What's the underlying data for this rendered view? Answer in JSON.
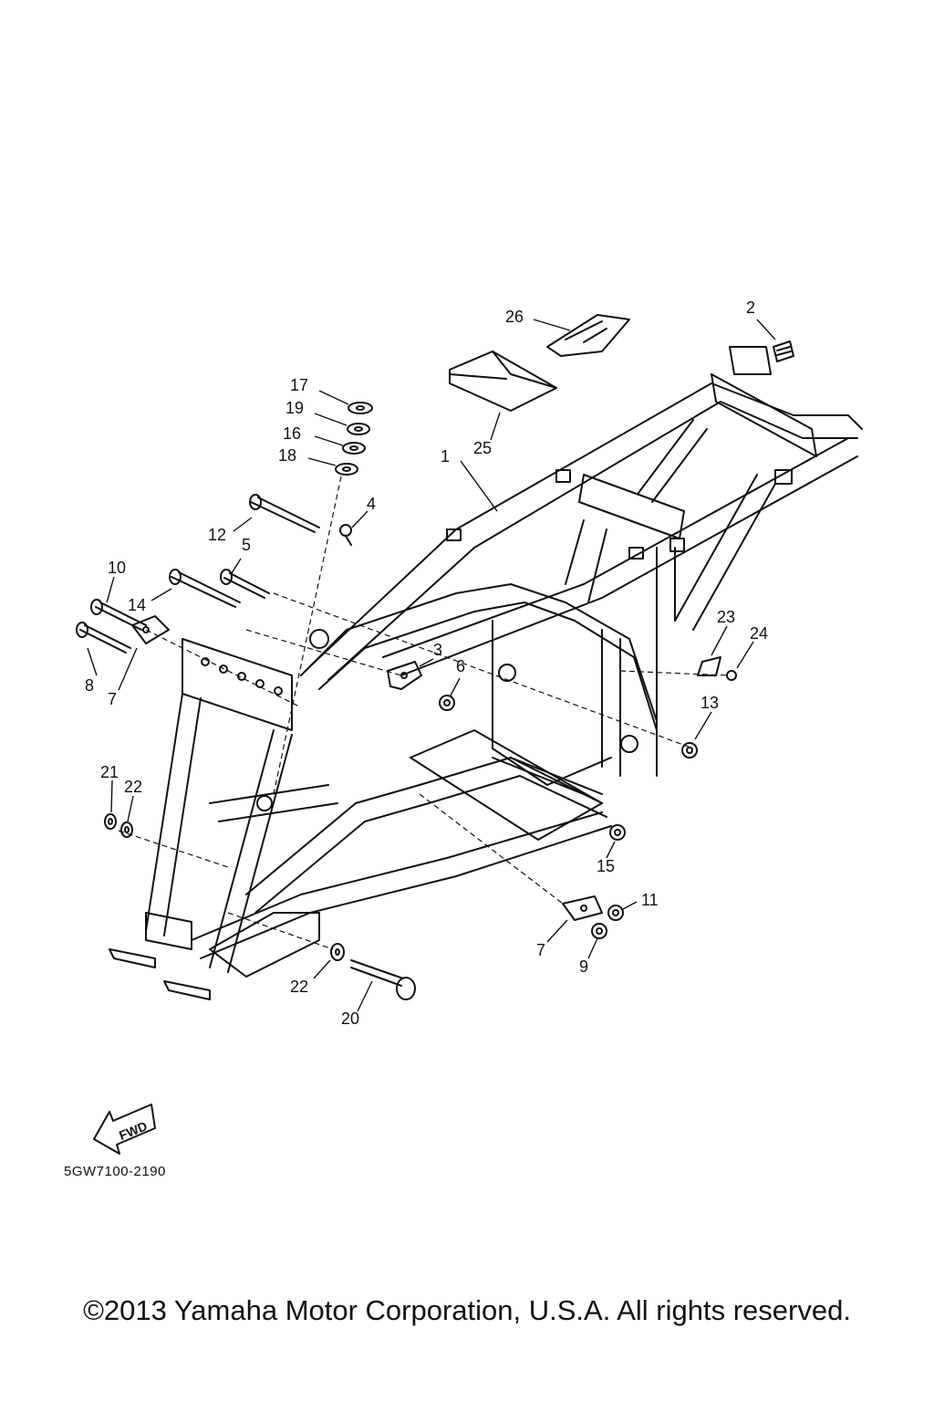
{
  "callouts": [
    {
      "id": "c1",
      "label": "1"
    },
    {
      "id": "c2",
      "label": "2"
    },
    {
      "id": "c3",
      "label": "3"
    },
    {
      "id": "c4",
      "label": "4"
    },
    {
      "id": "c5",
      "label": "5"
    },
    {
      "id": "c6",
      "label": "6"
    },
    {
      "id": "c7a",
      "label": "7"
    },
    {
      "id": "c7b",
      "label": "7"
    },
    {
      "id": "c8",
      "label": "8"
    },
    {
      "id": "c9",
      "label": "9"
    },
    {
      "id": "c10",
      "label": "10"
    },
    {
      "id": "c11",
      "label": "11"
    },
    {
      "id": "c12",
      "label": "12"
    },
    {
      "id": "c13",
      "label": "13"
    },
    {
      "id": "c14",
      "label": "14"
    },
    {
      "id": "c15",
      "label": "15"
    },
    {
      "id": "c16",
      "label": "16"
    },
    {
      "id": "c17",
      "label": "17"
    },
    {
      "id": "c18",
      "label": "18"
    },
    {
      "id": "c19",
      "label": "19"
    },
    {
      "id": "c20",
      "label": "20"
    },
    {
      "id": "c21",
      "label": "21"
    },
    {
      "id": "c22a",
      "label": "22"
    },
    {
      "id": "c22b",
      "label": "22"
    },
    {
      "id": "c23",
      "label": "23"
    },
    {
      "id": "c24",
      "label": "24"
    },
    {
      "id": "c25",
      "label": "25"
    },
    {
      "id": "c26",
      "label": "26"
    }
  ],
  "fwd_label": "FWD",
  "diagram_code": "5GW7100-2190",
  "copyright": "©2013 Yamaha Motor Corporation, U.S.A. All rights reserved."
}
